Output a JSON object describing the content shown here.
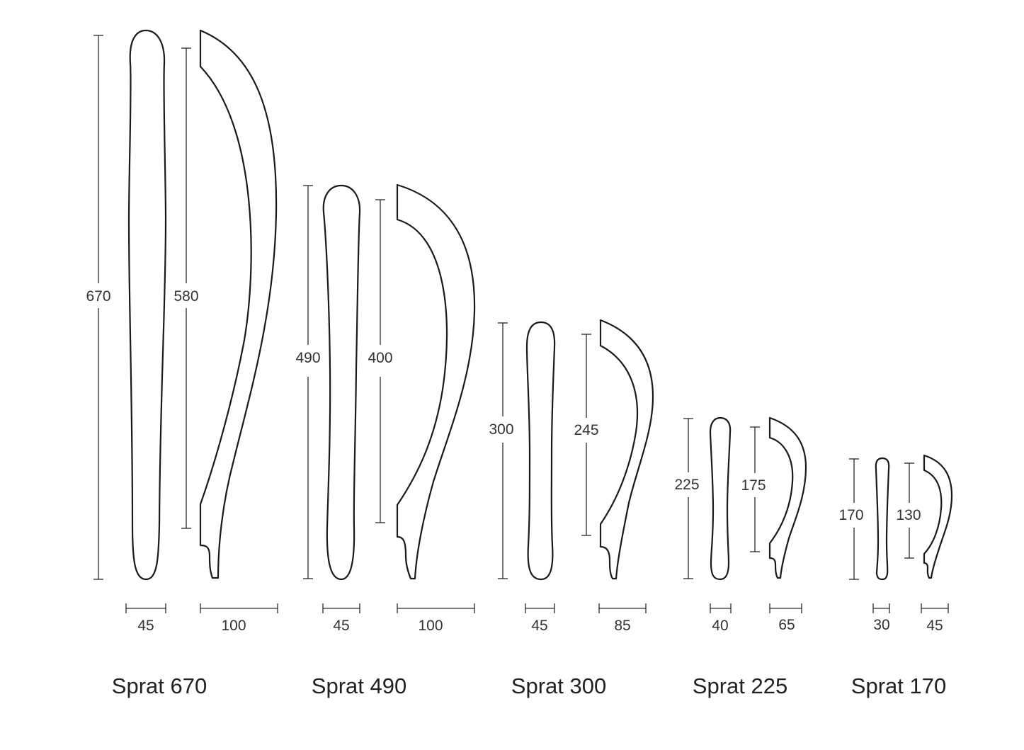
{
  "products": [
    {
      "name": "Sprat 670",
      "front_height": "670",
      "side_height": "580",
      "front_width": "45",
      "side_depth": "100"
    },
    {
      "name": "Sprat 490",
      "front_height": "490",
      "side_height": "400",
      "front_width": "45",
      "side_depth": "100"
    },
    {
      "name": "Sprat 300",
      "front_height": "300",
      "side_height": "245",
      "front_width": "45",
      "side_depth": "85"
    },
    {
      "name": "Sprat 225",
      "front_height": "225",
      "side_height": "175",
      "front_width": "40",
      "side_depth": "65"
    },
    {
      "name": "Sprat 170",
      "front_height": "170",
      "side_height": "130",
      "front_width": "30",
      "side_depth": "45"
    }
  ]
}
